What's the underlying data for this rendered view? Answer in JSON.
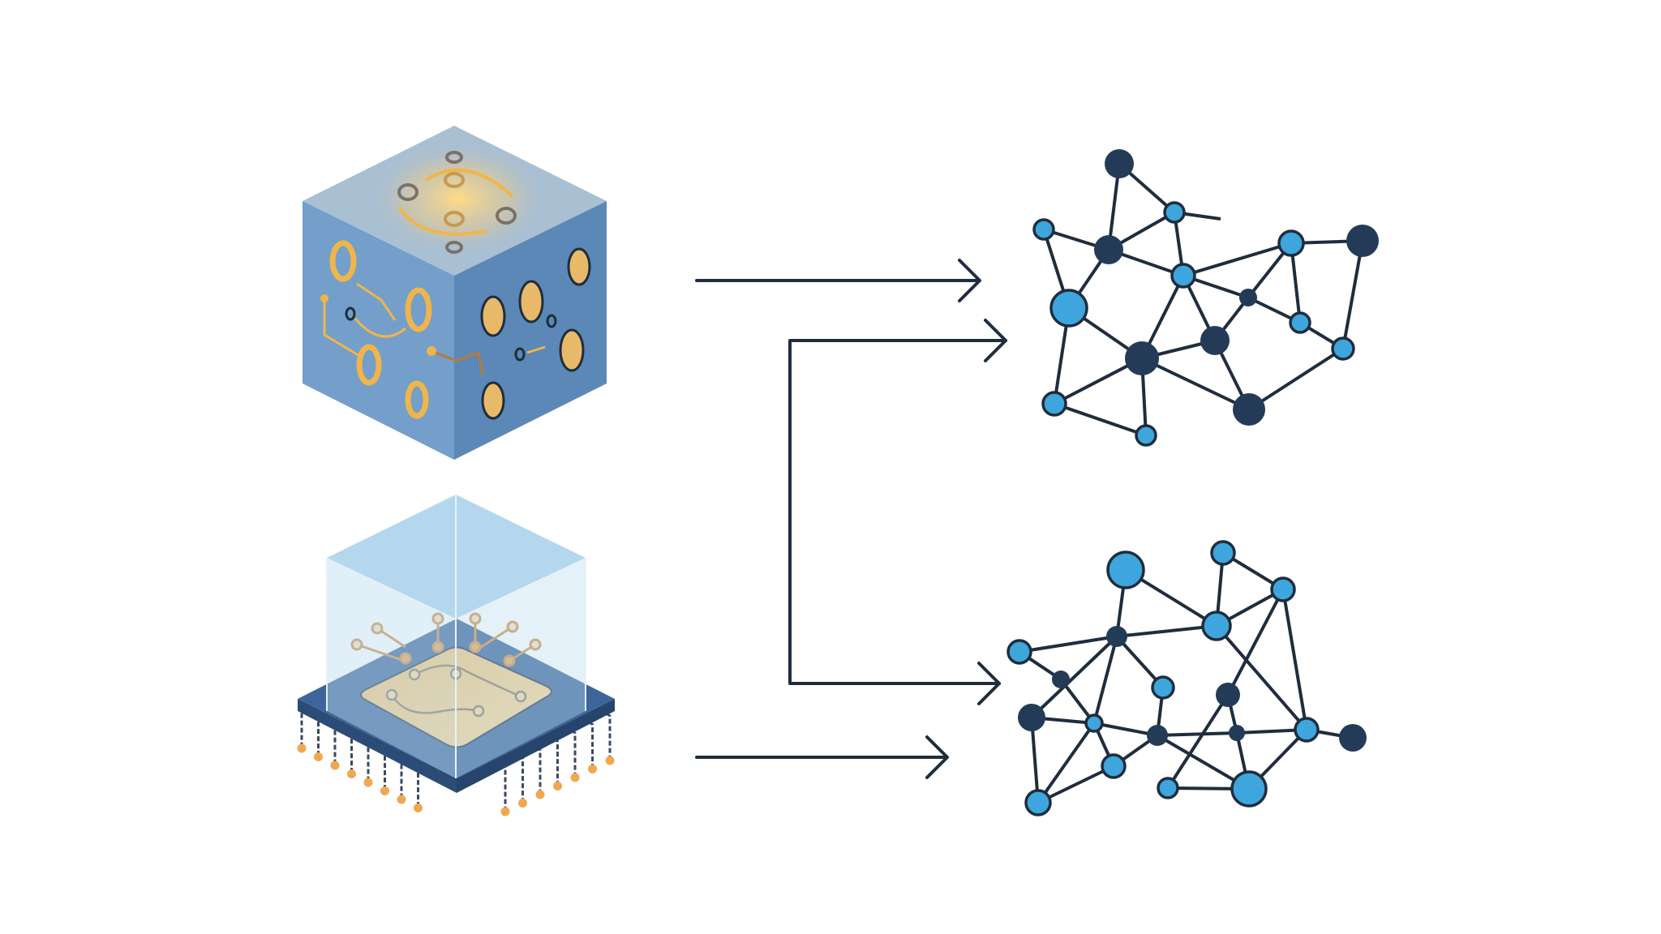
{
  "colors": {
    "background": "#ffffff",
    "ink": "#1f2d3d",
    "node_dark": "#243b58",
    "node_light": "#3ea6dc",
    "cube_left": "#6f9cc8",
    "cube_right": "#5b87b5",
    "cube_top": "#a9bfd2",
    "glow": "#ffd98a",
    "gold": "#f0b54a",
    "chip_plate": "#34598a",
    "chip_pad": "#f2c97a",
    "glass": "#a8d0ea"
  },
  "icons": {
    "quantum_cube": "quantum-cube-icon",
    "classical_chip": "processor-chip-icon",
    "network_top": "network-graph-icon",
    "network_bottom": "network-graph-icon"
  },
  "graphs": {
    "top": {
      "nodes": [
        {
          "id": "A",
          "kind": "dark"
        },
        {
          "id": "B",
          "kind": "light"
        },
        {
          "id": "C",
          "kind": "light"
        },
        {
          "id": "D",
          "kind": "dark"
        },
        {
          "id": "E",
          "kind": "light"
        },
        {
          "id": "F",
          "kind": "light"
        },
        {
          "id": "G",
          "kind": "dark"
        },
        {
          "id": "H",
          "kind": "light"
        },
        {
          "id": "I",
          "kind": "dark"
        },
        {
          "id": "J",
          "kind": "light"
        },
        {
          "id": "K",
          "kind": "dark"
        },
        {
          "id": "L",
          "kind": "light"
        },
        {
          "id": "M",
          "kind": "dark"
        },
        {
          "id": "N",
          "kind": "light"
        },
        {
          "id": "O",
          "kind": "light"
        },
        {
          "id": "P",
          "kind": "dark"
        }
      ],
      "edges": [
        [
          "A",
          "D"
        ],
        [
          "A",
          "B"
        ],
        [
          "B",
          "D"
        ],
        [
          "B",
          "E"
        ],
        [
          "C",
          "D"
        ],
        [
          "C",
          "H"
        ],
        [
          "D",
          "H"
        ],
        [
          "D",
          "E"
        ],
        [
          "E",
          "F"
        ],
        [
          "E",
          "I"
        ],
        [
          "E",
          "M"
        ],
        [
          "E",
          "K"
        ],
        [
          "F",
          "G"
        ],
        [
          "F",
          "I"
        ],
        [
          "F",
          "J"
        ],
        [
          "G",
          "L"
        ],
        [
          "I",
          "K"
        ],
        [
          "I",
          "J"
        ],
        [
          "J",
          "L"
        ],
        [
          "H",
          "M"
        ],
        [
          "H",
          "N"
        ],
        [
          "M",
          "K"
        ],
        [
          "M",
          "N"
        ],
        [
          "M",
          "O"
        ],
        [
          "M",
          "P"
        ],
        [
          "K",
          "P"
        ],
        [
          "N",
          "O"
        ],
        [
          "P",
          "L"
        ]
      ]
    },
    "bottom": {
      "nodes": [
        {
          "id": "a",
          "kind": "light"
        },
        {
          "id": "b",
          "kind": "light"
        },
        {
          "id": "c",
          "kind": "light"
        },
        {
          "id": "d",
          "kind": "light"
        },
        {
          "id": "e",
          "kind": "dark"
        },
        {
          "id": "f",
          "kind": "light"
        },
        {
          "id": "g",
          "kind": "dark"
        },
        {
          "id": "h",
          "kind": "light"
        },
        {
          "id": "i",
          "kind": "dark"
        },
        {
          "id": "j",
          "kind": "dark"
        },
        {
          "id": "k",
          "kind": "light"
        },
        {
          "id": "l",
          "kind": "dark"
        },
        {
          "id": "m",
          "kind": "dark"
        },
        {
          "id": "n",
          "kind": "light"
        },
        {
          "id": "o",
          "kind": "dark"
        },
        {
          "id": "p",
          "kind": "light"
        },
        {
          "id": "q",
          "kind": "light"
        },
        {
          "id": "r",
          "kind": "light"
        },
        {
          "id": "s",
          "kind": "light"
        }
      ],
      "edges": [
        [
          "a",
          "e"
        ],
        [
          "a",
          "d"
        ],
        [
          "b",
          "d"
        ],
        [
          "b",
          "c"
        ],
        [
          "c",
          "d"
        ],
        [
          "c",
          "i"
        ],
        [
          "c",
          "n"
        ],
        [
          "e",
          "d"
        ],
        [
          "f",
          "e"
        ],
        [
          "f",
          "g"
        ],
        [
          "g",
          "k"
        ],
        [
          "e",
          "j"
        ],
        [
          "e",
          "k"
        ],
        [
          "e",
          "h"
        ],
        [
          "h",
          "l"
        ],
        [
          "j",
          "k"
        ],
        [
          "j",
          "s"
        ],
        [
          "k",
          "s"
        ],
        [
          "k",
          "p"
        ],
        [
          "k",
          "l"
        ],
        [
          "p",
          "l"
        ],
        [
          "p",
          "s"
        ],
        [
          "l",
          "m"
        ],
        [
          "l",
          "r"
        ],
        [
          "m",
          "n"
        ],
        [
          "n",
          "o"
        ],
        [
          "n",
          "r"
        ],
        [
          "d",
          "n"
        ],
        [
          "i",
          "m"
        ],
        [
          "i",
          "q"
        ],
        [
          "m",
          "r"
        ],
        [
          "q",
          "r"
        ]
      ]
    }
  }
}
